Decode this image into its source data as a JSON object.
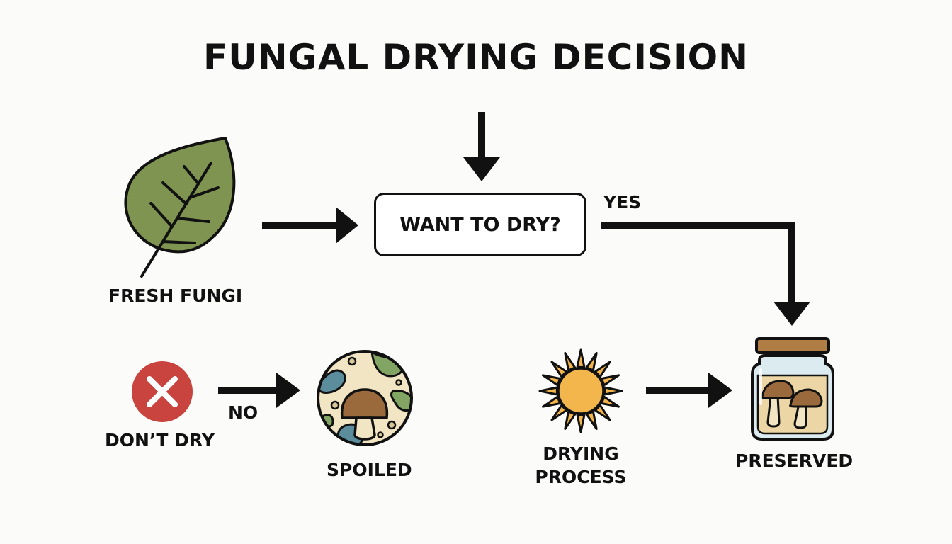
{
  "title": "FUNGAL DRYING DECISION",
  "decision": {
    "question": "WANT TO DRY?"
  },
  "branches": {
    "yes": "YES",
    "no": "NO"
  },
  "nodes": {
    "fresh": "FRESH FUNGI",
    "dont_dry": "DON’T DRY",
    "spoiled": "SPOILED",
    "drying_line1": "DRYING",
    "drying_line2": "PROCESS",
    "preserved": "PRESERVED"
  },
  "colors": {
    "leaf": "#7e9450",
    "x_badge": "#c9443f",
    "mold_blue": "#5b8d9c",
    "mold_green": "#83a564",
    "mushroom_cap": "#9a6a3c",
    "sun": "#f3b64d",
    "jar_lid": "#b07d45",
    "jar_glass": "#dcebef"
  }
}
